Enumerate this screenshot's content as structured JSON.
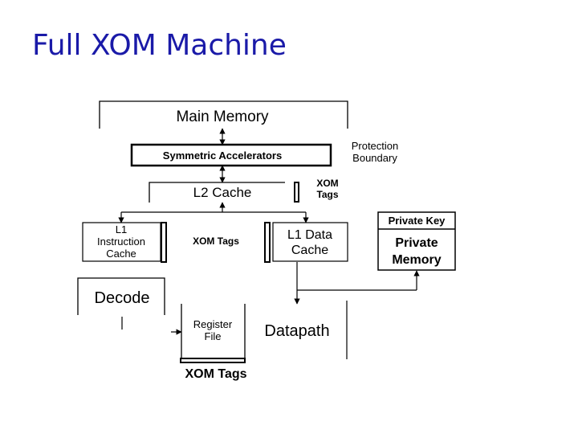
{
  "title": "Full XOM Machine",
  "diagram": {
    "main_memory": "Main Memory",
    "symmetric_accelerators": "Symmetric Accelerators",
    "protection_boundary": [
      "Protection",
      "Boundary"
    ],
    "l2_cache": "L2 Cache",
    "xom_tags_l2": [
      "XOM",
      "Tags"
    ],
    "private_key": "Private Key",
    "private_memory": [
      "Private",
      "Memory"
    ],
    "l1_instruction_cache": [
      "L1",
      "Instruction",
      "Cache"
    ],
    "xom_tags_middle": "XOM Tags",
    "l1_data_cache": [
      "L1 Data",
      "Cache"
    ],
    "decode": "Decode",
    "register_file": [
      "Register",
      "File"
    ],
    "datapath": "Datapath",
    "xom_tags_bottom": "XOM Tags"
  }
}
